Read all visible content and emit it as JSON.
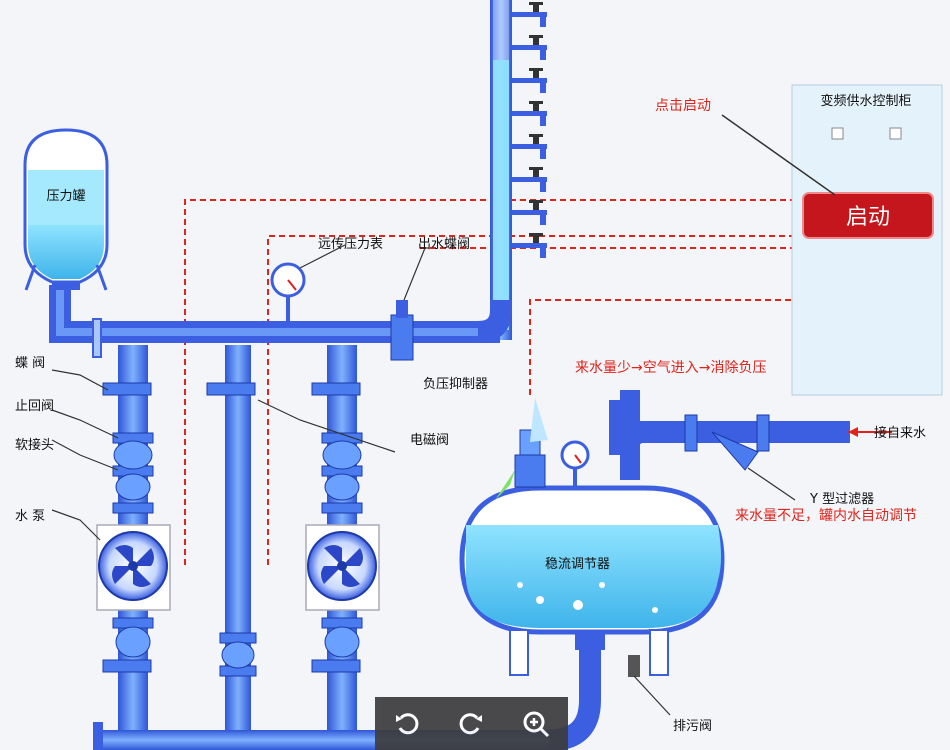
{
  "labels": {
    "pressure_tank": "压力罐",
    "remote_gauge": "远传压力表",
    "outlet_valve": "出水蝶阀",
    "click_start": "点击启动",
    "cabinet_title": "变频供水控制柜",
    "start_button": "启动",
    "butterfly_valve": "蝶 阀",
    "check_valve": "止回阀",
    "soft_joint": "软接头",
    "water_pump": "水 泵",
    "solenoid_valve": "电磁阀",
    "neg_pressure_suppressor": "负压抑制器",
    "note_low_inflow": "来水量少→空气进入→消除负压",
    "from_mains": "接自来水",
    "y_filter": "Y 型过滤器",
    "note_insufficient": "来水量不足，罐内水自动调节",
    "stabilizer": "稳流调节器",
    "drain_valve": "排污阀"
  },
  "toolbar": {
    "buttons": [
      {
        "name": "rotate-left-icon",
        "glyph": "⟲"
      },
      {
        "name": "rotate-right-icon",
        "glyph": "⟳"
      },
      {
        "name": "zoom-in-icon",
        "glyph": "⊕"
      }
    ]
  },
  "colors": {
    "pipe": "#3b5fe0",
    "pipe_fill": "#4a7cf0",
    "water": "#6ad1f5",
    "dashed": "#e0241b",
    "start_button": "#c4161c"
  }
}
